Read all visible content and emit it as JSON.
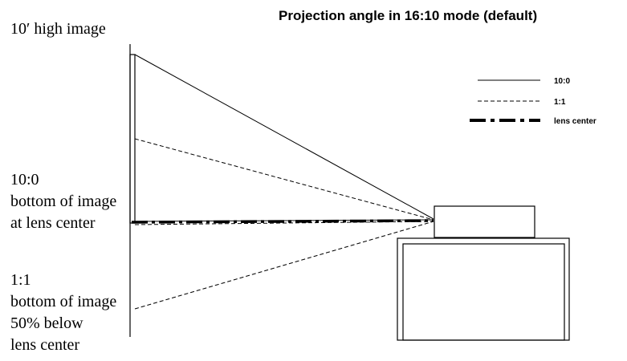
{
  "title": "Projection angle in 16:10 mode (default)",
  "labels": {
    "image_height": "10′ high image",
    "mode_10_0": "10:0",
    "mode_10_0_line1": "bottom of image",
    "mode_10_0_line2": "at lens center",
    "mode_1_1": "1:1",
    "mode_1_1_line1": "bottom of image",
    "mode_1_1_line2": "50% below",
    "mode_1_1_line3": "lens center"
  },
  "legend": [
    {
      "label": "10:0",
      "style": "solid"
    },
    {
      "label": "1:1",
      "style": "dashed"
    },
    {
      "label": "lens center",
      "style": "dash-dot"
    }
  ],
  "colors": {
    "line": "#000000",
    "background": "#ffffff"
  }
}
